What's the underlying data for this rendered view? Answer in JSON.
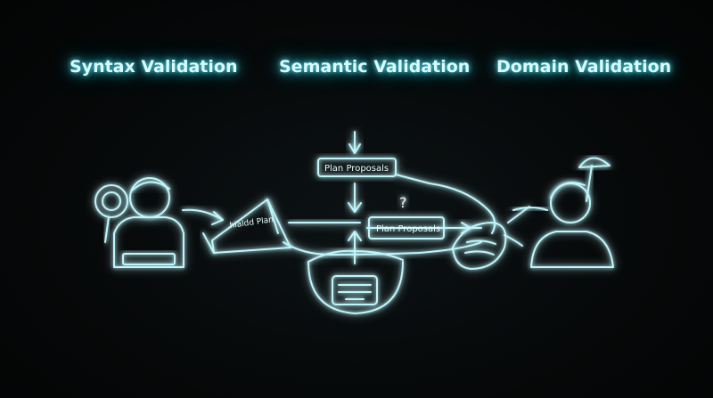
{
  "columns": [
    {
      "title": "Syntax Validation"
    },
    {
      "title": "Semantic Validation"
    },
    {
      "title": "Domain Validation"
    }
  ],
  "labels": {
    "plan_box_top": "Plan Proposals",
    "plan_box_middle": "Plan Proposals",
    "tent_label": "hialdd Plan",
    "question_mark": "?"
  },
  "colors": {
    "background": "#050708",
    "neon_stroke": "#bff6fb",
    "glow": "#2fb8c8"
  }
}
